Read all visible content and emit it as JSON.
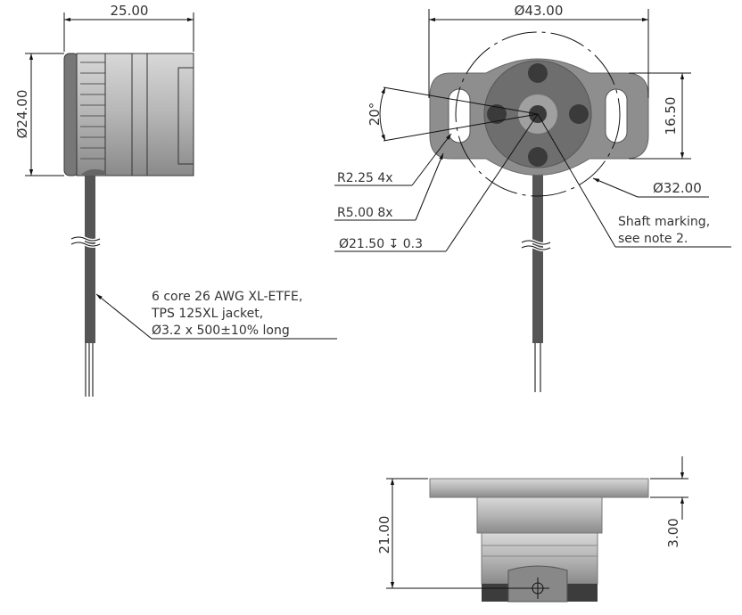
{
  "title": "Sensor dimensional drawing",
  "side_view": {
    "width_dim": "25.00",
    "diameter_dim": "Ø24.00",
    "cable_note": [
      "6 core 26 AWG XL-ETFE,",
      "TPS 125XL jacket,",
      "Ø3.2 x 500±10% long"
    ]
  },
  "front_view": {
    "overall_dim": "Ø43.00",
    "height_dim": "16.50",
    "angle_dim": "20°",
    "r_small": "R2.25  4x",
    "r_large": "R5.00  8x",
    "bore": "Ø21.50 ↧ 0.3",
    "pitch_circle": "Ø32.00",
    "shaft_note": [
      "Shaft marking,",
      "see note 2."
    ]
  },
  "bottom_view": {
    "height_dim": "21.00",
    "flange_dim": "3.00"
  }
}
